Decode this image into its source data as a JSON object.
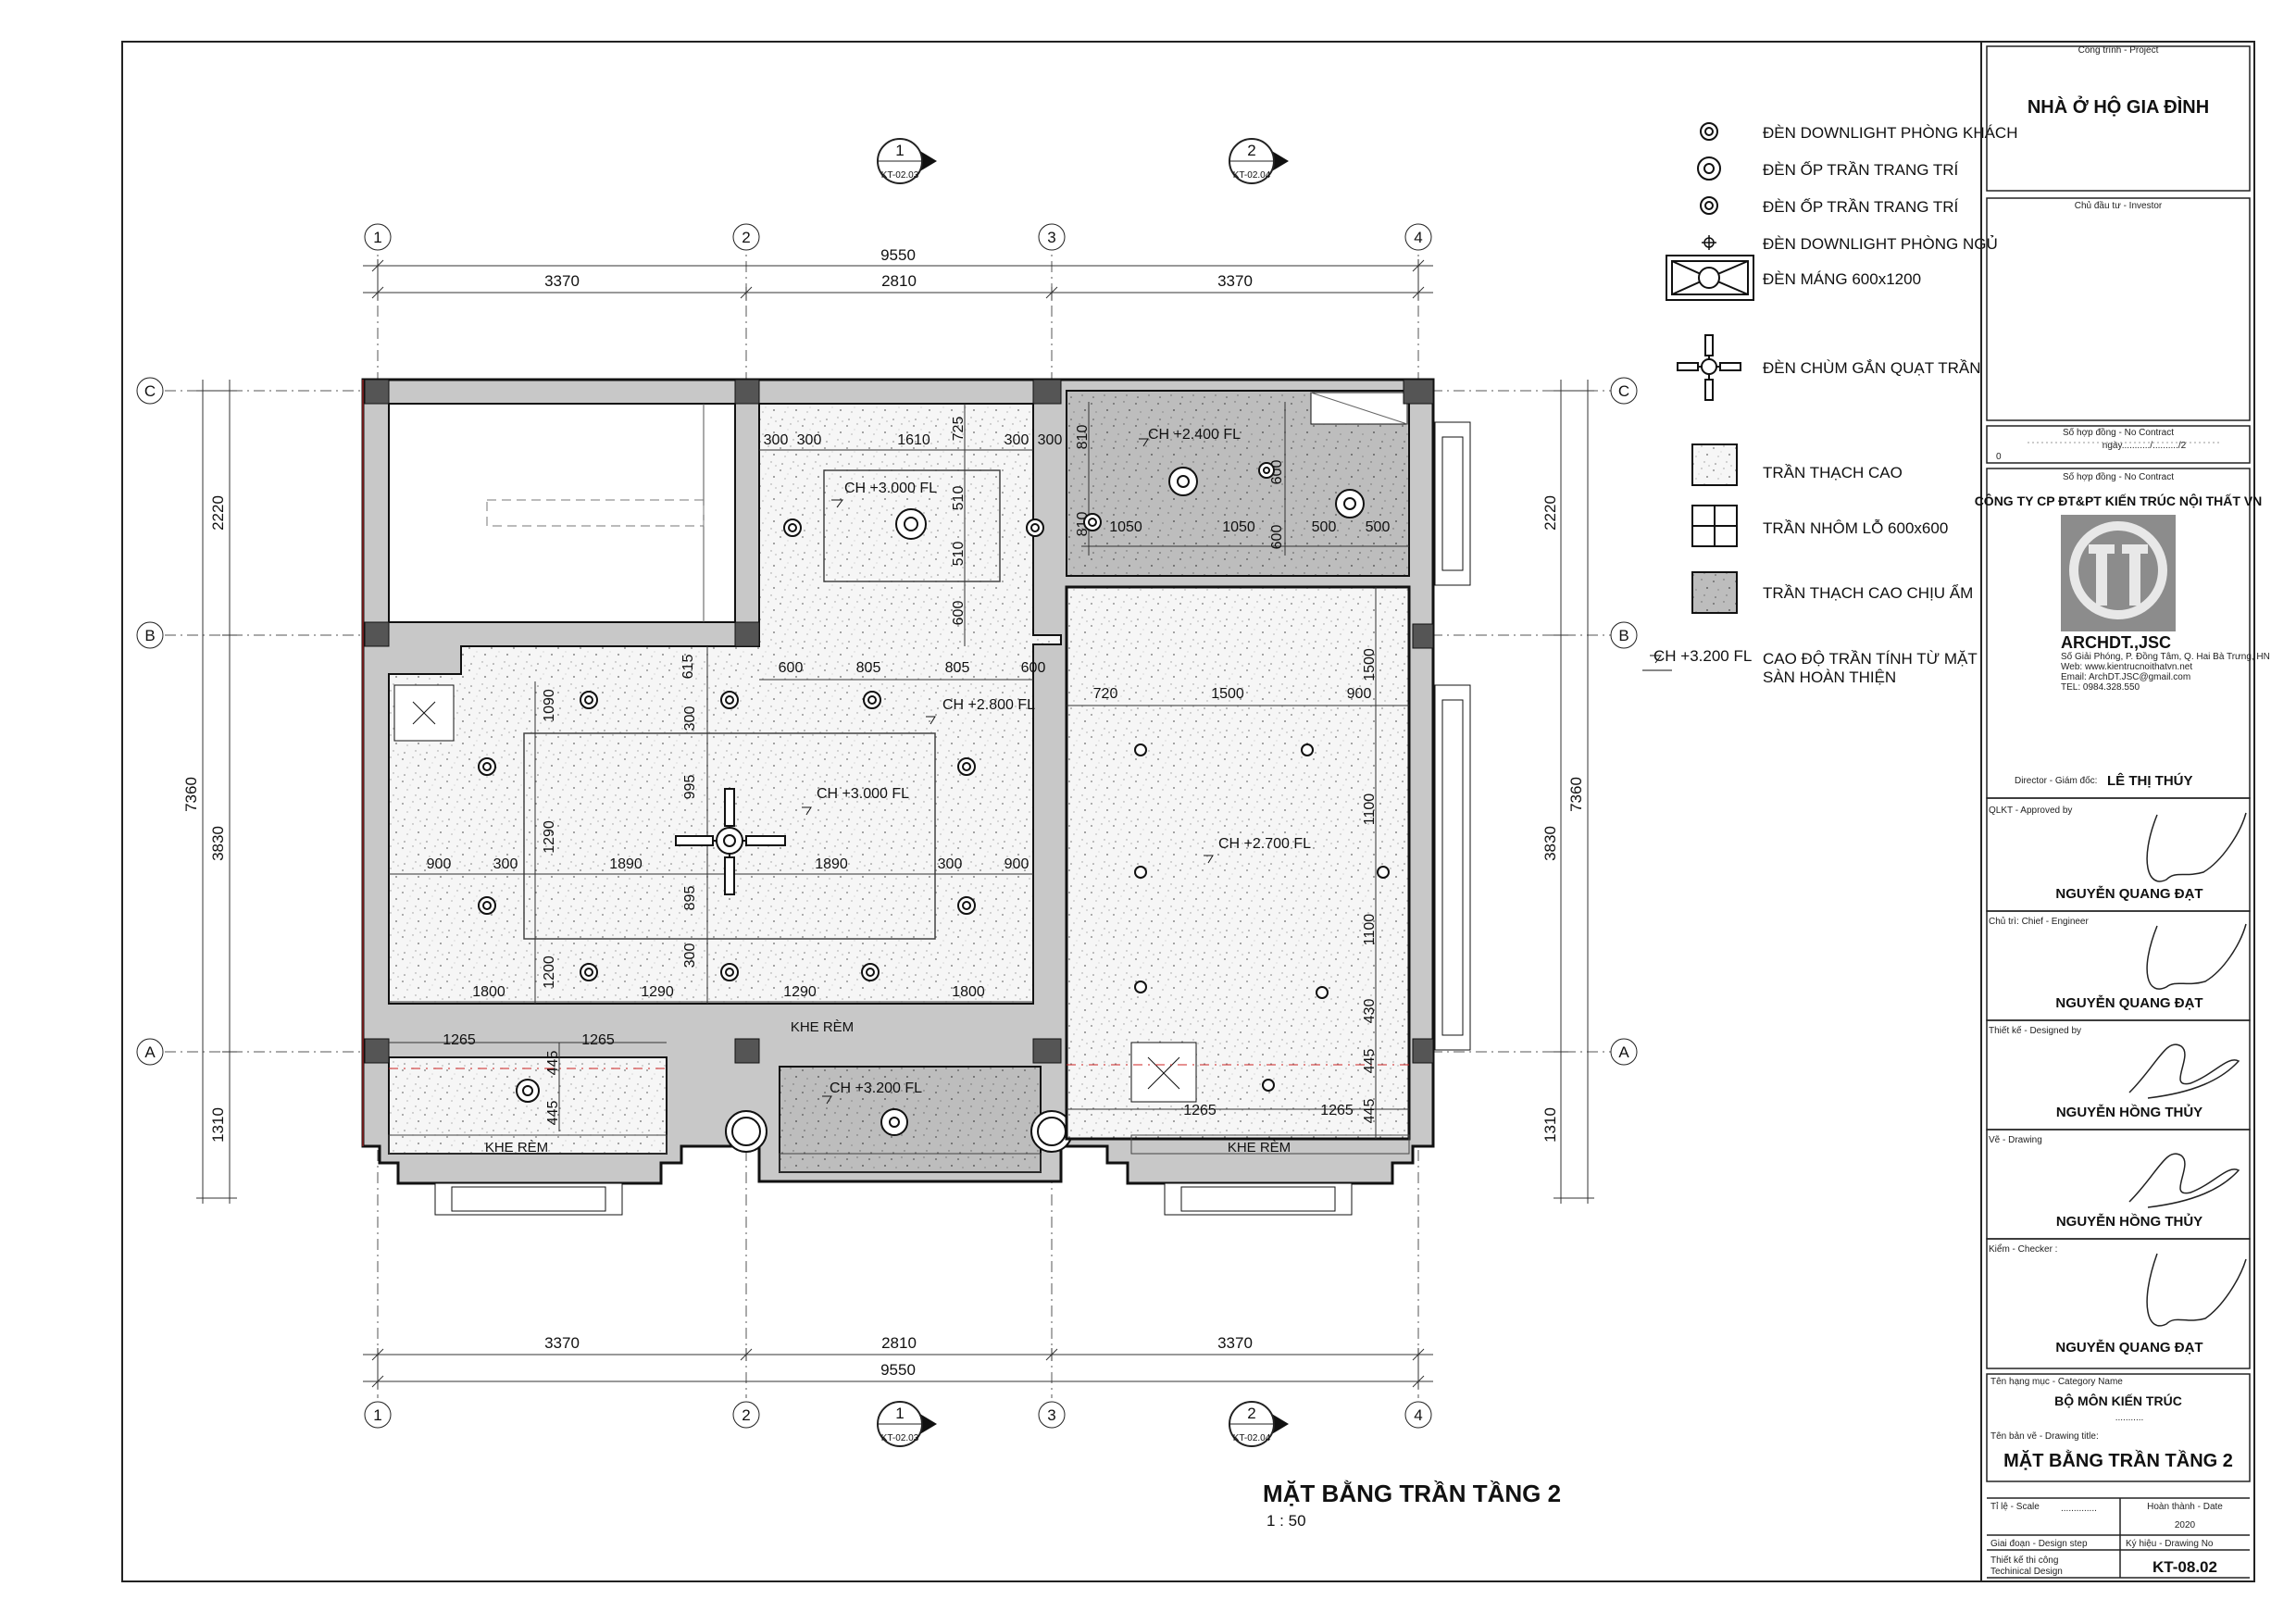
{
  "drawing": {
    "title": "MẶT BẰNG TRẦN TẦNG 2",
    "scale": "1 : 50"
  },
  "grid": {
    "columns": [
      "1",
      "2",
      "3",
      "4"
    ],
    "rows": [
      "C",
      "B",
      "A"
    ],
    "dims_x": [
      "3370",
      "2810",
      "3370"
    ],
    "dims_x_total": "9550",
    "dims_y": [
      "2220",
      "3830",
      "1310"
    ],
    "dims_y_total": "7360"
  },
  "section_markers": [
    {
      "num": "1",
      "ref": "KT-02.03"
    },
    {
      "num": "2",
      "ref": "KT-02.04"
    }
  ],
  "legend": [
    {
      "symbol": "downlight-living",
      "label": "ĐÈN DOWNLIGHT PHÒNG KHÁCH"
    },
    {
      "symbol": "ceiling-lamp-large",
      "label": "ĐÈN ỐP TRẦN TRANG TRÍ"
    },
    {
      "symbol": "ceiling-lamp-small",
      "label": "ĐÈN ỐP TRẦN TRANG TRÍ"
    },
    {
      "symbol": "downlight-bedroom",
      "label": "ĐÈN DOWNLIGHT PHÒNG NGỦ"
    },
    {
      "symbol": "trough-light",
      "label": "ĐÈN MÁNG 600x1200"
    },
    {
      "symbol": "fan-chandelier",
      "label": "ĐÈN CHÙM GẮN QUẠT TRẦN"
    },
    {
      "symbol": "gypsum-ceiling",
      "label": "TRẦN THẠCH CAO"
    },
    {
      "symbol": "aluminum-ceiling",
      "label": "TRẦN NHÔM LỖ 600x600"
    },
    {
      "symbol": "moisture-gypsum",
      "label": "TRẦN THẠCH CAO CHỊU ẨM"
    }
  ],
  "legend_level": {
    "tag": "CH +3.200 FL",
    "note_line1": "CAO ĐỘ TRẦN TÍNH TỪ MẶT",
    "note_line2": "SÀN HOÀN THIỆN"
  },
  "plan_labels": {
    "ch_3000_top": "CH +3.000 FL",
    "ch_2400": "CH +2.400 FL",
    "ch_2800": "CH +2.800 FL",
    "ch_3000_mid": "CH +3.000 FL",
    "ch_2700": "CH +2.700 FL",
    "ch_3200": "CH +3.200 FL",
    "khe_rem": "KHE RÈM"
  },
  "plan_dims": {
    "top_room": [
      "300",
      "300",
      "1610",
      "300",
      "300",
      "725",
      "510",
      "510",
      "600"
    ],
    "wc": [
      "810",
      "810",
      "1050",
      "1050",
      "500",
      "500",
      "600",
      "600"
    ],
    "hall_row": [
      "600",
      "805",
      "805",
      "600",
      "615"
    ],
    "living_v": [
      "1090",
      "300",
      "995",
      "895",
      "300",
      "1290",
      "1200"
    ],
    "living_h": [
      "900",
      "300",
      "1890",
      "1890",
      "300",
      "900"
    ],
    "living_bottom": [
      "1800",
      "1290",
      "1290",
      "1800"
    ],
    "bedroom_h": [
      "720",
      "1500",
      "900"
    ],
    "bedroom_v": [
      "1500",
      "1100",
      "1100",
      "430",
      "445",
      "445"
    ],
    "bottom_left": [
      "1265",
      "1265",
      "445",
      "445"
    ],
    "bottom_right": [
      "1265",
      "1265"
    ]
  },
  "title_block": {
    "project_label": "Công trình - Project",
    "project_name": "NHÀ Ở HỘ GIA ĐÌNH",
    "investor_label": "Chủ đầu tư - Investor",
    "contract_label": "Số hợp đồng - No Contract",
    "contract_line": "ngày.........../........../2",
    "contract_zero": "0",
    "contract_label2": "Số hợp đồng - No Contract",
    "company": "CÔNG TY CP ĐT&PT KIẾN TRÚC NỘI THẤT VN",
    "logo_name": "ARCHDT.,JSC",
    "logo_info": [
      "Số Giải Phóng, P. Đồng Tâm, Q. Hai Bà Trưng, HN",
      "Web: www.kientrucnoithatvn.net",
      "Email: ArchDT.JSC@gmail.com",
      "TEL: 0984.328.550"
    ],
    "director_label": "Director - Giám đốc:",
    "director_name": "LÊ THỊ THÚY",
    "approved_label": "QLKT - Approved by",
    "approved_name": "NGUYỄN QUANG ĐẠT",
    "engineer_label": "Chủ trì: Chief - Engineer",
    "engineer_name": "NGUYỄN QUANG ĐẠT",
    "designed_label": "Thiết kế - Designed by",
    "designed_name": "NGUYỄN HỒNG THỦY",
    "drawing_label": "Vẽ - Drawing",
    "drawing_name": "NGUYỄN HỒNG THỦY",
    "checker_label": "Kiểm - Checker :",
    "checker_name": "NGUYỄN QUANG ĐẠT",
    "category_label": "Tên hạng mục - Category Name",
    "category_name": "BỘ MÔN KIẾN TRÚC",
    "category_dots": "...........",
    "drawing_title_label": "Tên bản vẽ - Drawing title:",
    "drawing_title": "MẶT BẰNG TRẦN TẦNG 2",
    "scale_label": "Tỉ lệ - Scale",
    "scale_dots": "..............",
    "date_label": "Hoàn thành - Date",
    "date_value": "2020",
    "design_step_label": "Giai đoạn - Design step",
    "drawing_no_label": "Ký hiệu - Drawing No",
    "design_step_value1": "Thiết kế thi công",
    "design_step_value2": "Techinical Design",
    "drawing_no": "KT-08.02"
  }
}
